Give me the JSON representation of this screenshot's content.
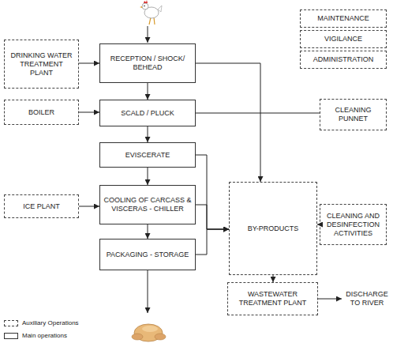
{
  "diagram": {
    "nodes": [
      {
        "text": [
          "MAINTENANCE"
        ]
      },
      {
        "text": [
          "VIGILANCE"
        ]
      },
      {
        "text": [
          "ADMINISTRATION"
        ]
      },
      {
        "text": [
          "DRINKING WATER TREATMENT PLANT"
        ]
      },
      {
        "text": [
          "RECEPTION / SHOCK/ BEHEAD"
        ]
      },
      {
        "text": [
          "BOILER"
        ]
      },
      {
        "text": [
          "SCALD / PLUCK"
        ]
      },
      {
        "text": [
          "CLEANING PUNNET"
        ]
      },
      {
        "text": [
          "EVISCERATE"
        ]
      },
      {
        "text": [
          "BY-PRODUCTS"
        ]
      },
      {
        "text": [
          "ICE PLANT"
        ]
      },
      {
        "text": [
          "COOLING OF CARCASS & VISCERAS - CHILLER"
        ]
      },
      {
        "text": [
          "CLEANING AND DESINFECTION ACTIVITIES"
        ]
      },
      {
        "text": [
          "PACKAGING - STORAGE"
        ]
      },
      {
        "text": [
          "WASTEWATER TREATMENT PLANT"
        ]
      }
    ],
    "edges": [
      {
        "from": 3,
        "to": 4,
        "arrow": "to"
      },
      {
        "from": 4,
        "to": 6,
        "arrow": "to"
      },
      {
        "from": 5,
        "to": 6,
        "arrow": "to"
      },
      {
        "from": 6,
        "to": 7,
        "arrow": "none"
      },
      {
        "from": 4,
        "to": 9,
        "arrow": "to"
      },
      {
        "from": 6,
        "to": 8,
        "arrow": "to"
      },
      {
        "from": 8,
        "to": 11,
        "arrow": "to"
      },
      {
        "from": 10,
        "to": 11,
        "arrow": "to"
      },
      {
        "from": 11,
        "to": 13,
        "arrow": "to"
      },
      {
        "from": 8,
        "to": 9,
        "arrow": "to"
      },
      {
        "from": 11,
        "to": 9,
        "arrow": "to"
      },
      {
        "from": 13,
        "to": 9,
        "arrow": "to"
      },
      {
        "from": 12,
        "to": 9,
        "arrow": "to"
      },
      {
        "from": 9,
        "to": 14,
        "arrow": "to"
      }
    ],
    "labels": [
      "DISCHARGE TO RIVER"
    ],
    "legend": [
      {
        "text": "Auxiliary Operations"
      },
      {
        "text": "Main operations"
      }
    ]
  }
}
